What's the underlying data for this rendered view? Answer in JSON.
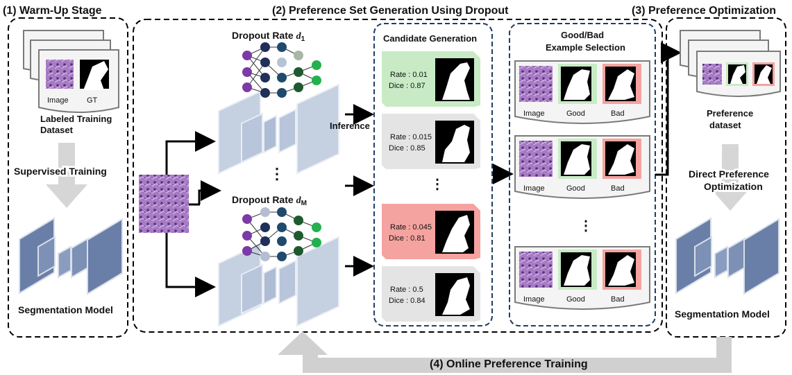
{
  "stages": {
    "warmup": {
      "title": "(1) Warm-Up Stage",
      "dataset_line1": "Labeled Training",
      "dataset_line2": "Dataset",
      "image_label": "Image",
      "gt_label": "GT",
      "training_label": "Supervised Training",
      "model_label": "Segmentation Model"
    },
    "generation": {
      "title": "(2) Preference Set Generation Using Dropout",
      "dropout_first": "Dropout Rate",
      "dropout_first_sym": "d",
      "dropout_first_sub": "1",
      "dropout_last": "Dropout Rate",
      "dropout_last_sym": "d",
      "dropout_last_sub": "M",
      "ellipsis": "⋮",
      "inference_label": "Inference"
    },
    "candidate": {
      "title": "Candidate Generation",
      "candidates": [
        {
          "rate": "Rate : 0.01",
          "dice": "Dice : 0.87",
          "status": "good"
        },
        {
          "rate": "Rate : 0.015",
          "dice": "Dice : 0.85",
          "status": "neutral"
        },
        {
          "rate": "Rate : 0.045",
          "dice": "Dice : 0.81",
          "status": "bad"
        },
        {
          "rate": "Rate : 0.5",
          "dice": "Dice : 0.84",
          "status": "neutral"
        }
      ],
      "ellipsis": "⋮"
    },
    "selection": {
      "title_line1": "Good/Bad",
      "title_line2": "Example Selection",
      "image_label": "Image",
      "good_label": "Good",
      "bad_label": "Bad",
      "ellipsis": "⋮"
    },
    "optimization": {
      "title": "(3) Preference Optimization",
      "dataset_line1": "Preference",
      "dataset_line2": "dataset",
      "method_line1": "Direct Preference",
      "method_line2": "Optimization",
      "model_label": "Segmentation Model"
    },
    "online": {
      "label": "(4) Online Preference Training"
    }
  },
  "colors": {
    "good": "#c8ebc6",
    "good_border": "#b9e3b5",
    "bad": "#f4a3a0",
    "bad_border": "#f2a09c",
    "neutral": "#e4e4e4",
    "panel_dash": "#1f3d63",
    "layer_light": "#c5d0e1",
    "layer_dark": "#6a7fa8",
    "arrow_gray": "#d0d0d0",
    "tissue": "#8a5ca8"
  }
}
